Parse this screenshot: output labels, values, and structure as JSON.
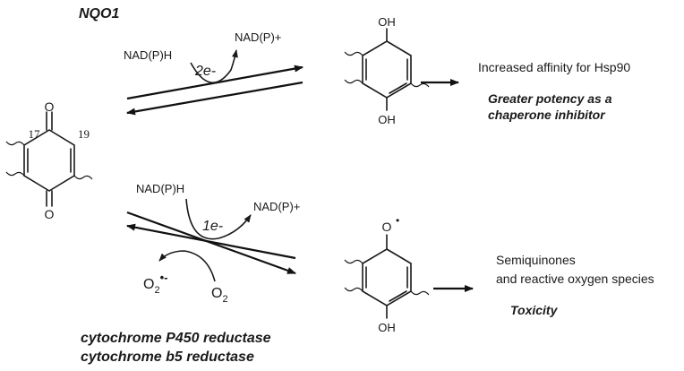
{
  "enzymes": {
    "top": "NQO1",
    "bottom_line1": "cytochrome P450 reductase",
    "bottom_line2": "cytochrome b5 reductase"
  },
  "quinone": {
    "top_atom": "O",
    "bottom_atom": "O",
    "position_left": "17",
    "position_right": "19"
  },
  "top_pathway": {
    "cofactor_in": "NAD(P)H",
    "cofactor_out": "NAD(P)+",
    "electrons": "2e-",
    "product_top_group": "OH",
    "product_bottom_group": "OH",
    "outcome": "Increased affinity for Hsp90",
    "outcome_emphasis_line1": "Greater potency as a",
    "outcome_emphasis_line2": "chaperone inhibitor"
  },
  "bottom_pathway": {
    "cofactor_in": "NAD(P)H",
    "cofactor_out": "NAD(P)+",
    "electrons": "1e-",
    "superoxide_base": "O",
    "superoxide_sub": "2",
    "superoxide_charge": "•-",
    "oxygen_base": "O",
    "oxygen_sub": "2",
    "product_top_group": "O",
    "radical_dot": "•",
    "product_bottom_group": "OH",
    "outcome_line1": "Semiquinones",
    "outcome_line2": "and reactive oxygen species",
    "outcome_emphasis": "Toxicity"
  }
}
